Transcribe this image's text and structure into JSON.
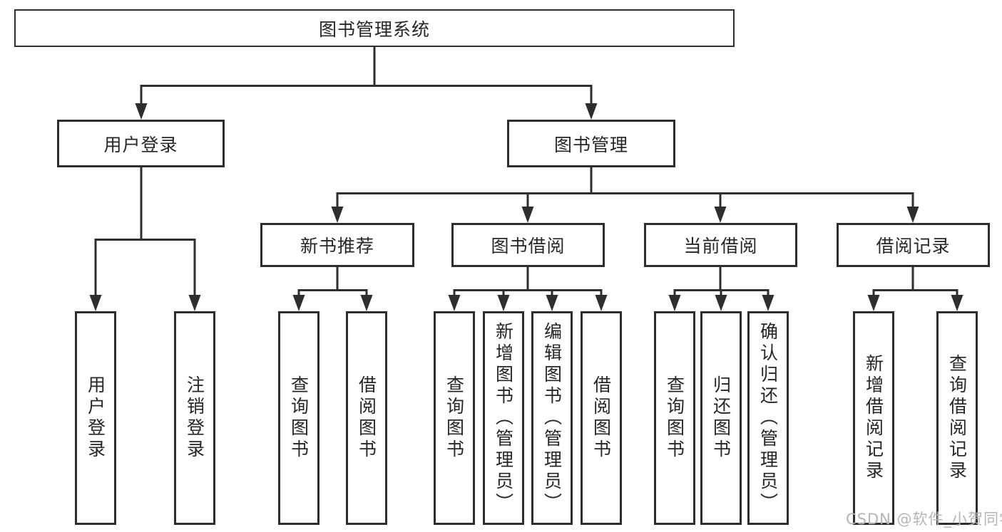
{
  "diagram": {
    "root": "图书管理系统",
    "level2": [
      "用户登录",
      "图书管理"
    ],
    "modules": [
      "新书推荐",
      "图书借阅",
      "当前借阅",
      "借阅记录"
    ],
    "leaves": {
      "login": [
        "用户登录",
        "注销登录"
      ],
      "newbook": [
        "查询图书",
        "借阅图书"
      ],
      "borrow": [
        "查询图书",
        "新增图书（管理员）",
        "编辑图书（管理员）",
        "借阅图书"
      ],
      "current": [
        "查询图书",
        "归还图书",
        "确认归还（管理员）"
      ],
      "records": [
        "新增借阅记录",
        "查询借阅记录"
      ]
    },
    "watermark": "CSDN @软件_小贺同学",
    "colors": {
      "stroke": "#2e2e2e",
      "text": "#262626",
      "watermark": "#b5b5b5",
      "background": "#ffffff"
    }
  }
}
